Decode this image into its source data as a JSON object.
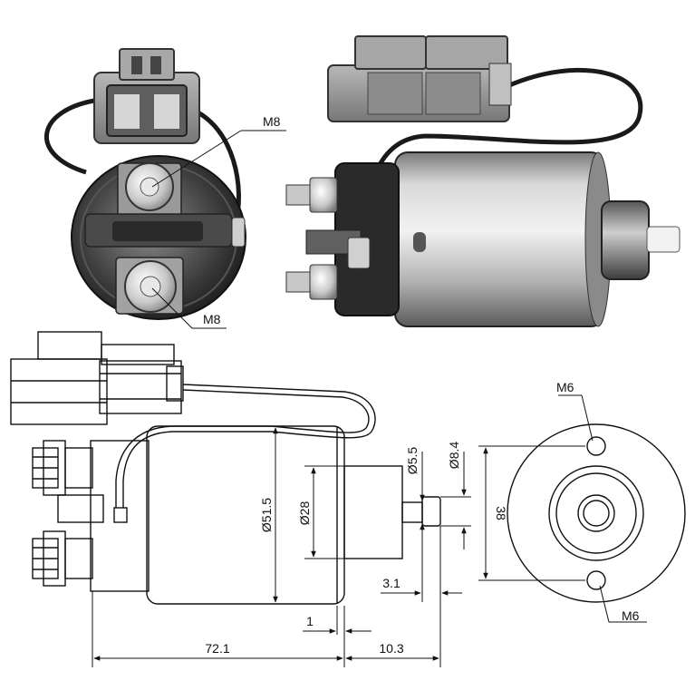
{
  "labels": {
    "thread_top": "M8",
    "thread_bottom": "M8",
    "mount_top": "M6",
    "mount_bottom": "M6"
  },
  "dimensions": {
    "body_diameter": "Ø51.5",
    "plunger_diameter": "Ø28",
    "pin_diameter": "Ø5.5",
    "pin_head_diameter": "Ø8.4",
    "hole_spacing": "38",
    "pin_step": "3.1",
    "flange_gap": "1",
    "body_length": "72.1",
    "plunger_length": "10.3"
  },
  "colors": {
    "line": "#111111",
    "metal_light": "#e4e4e4",
    "metal_dark": "#6e6e6e",
    "connector": "#9a9a9a",
    "wire": "#1a1a1a"
  }
}
